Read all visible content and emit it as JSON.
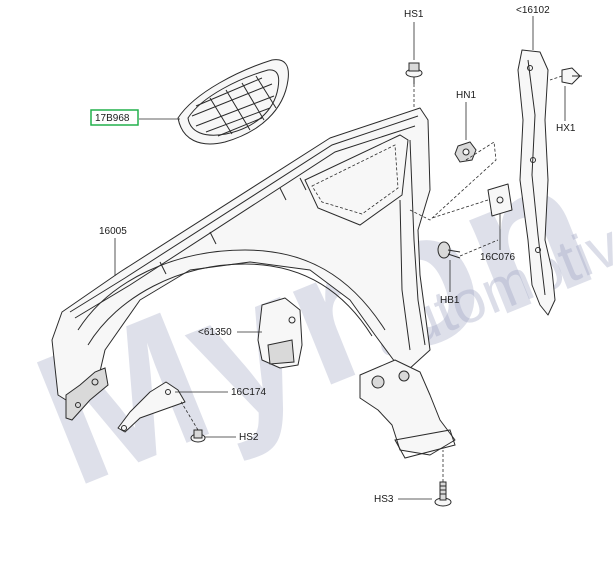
{
  "watermark": {
    "brand": "Myron",
    "sub": "automotive"
  },
  "labels": {
    "hs1": "HS1",
    "l16102": "<16102",
    "l17b968": "17B968",
    "hn1": "HN1",
    "hx1": "HX1",
    "l16005": "16005",
    "l16c076": "16C076",
    "hb1": "HB1",
    "l61350": "<61350",
    "l16c174": "16C174",
    "hs2": "HS2",
    "hs3": "HS3"
  },
  "highlight_color": "#22b14c"
}
